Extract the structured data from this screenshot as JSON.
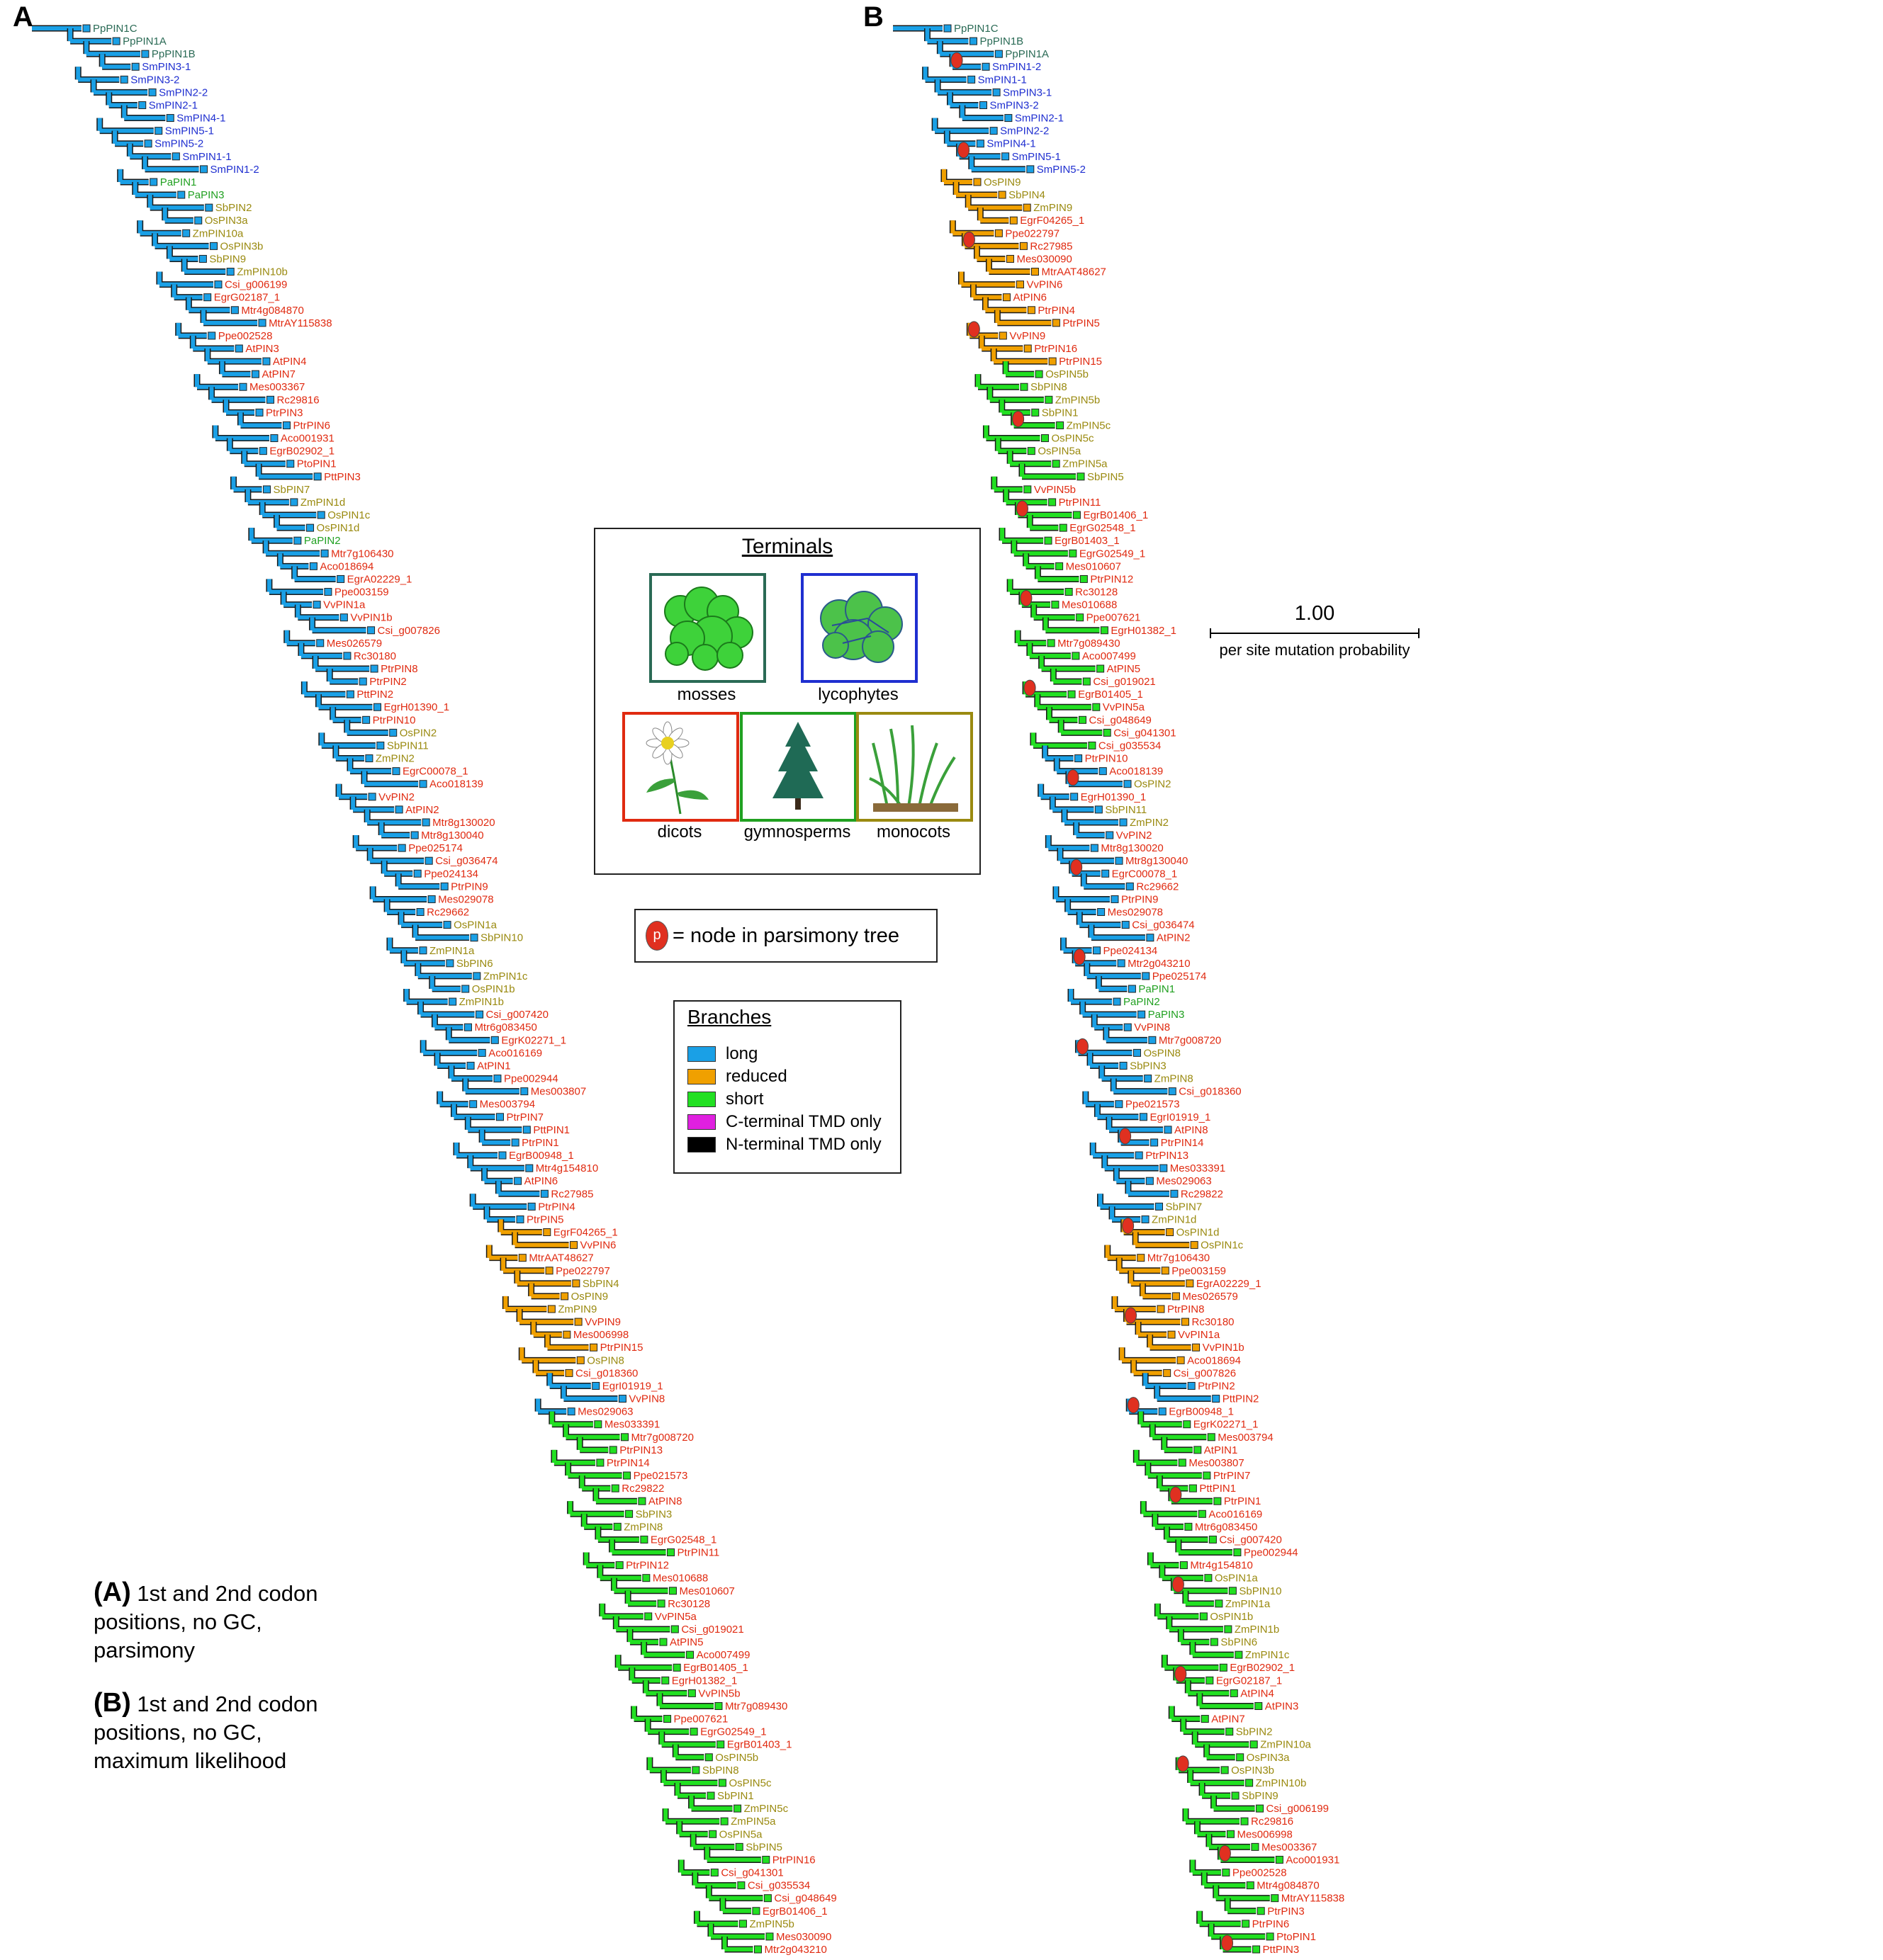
{
  "panels": {
    "a_letter": "A",
    "b_letter": "B"
  },
  "colors": {
    "long": "#1aa0e6",
    "reduced": "#f0a000",
    "short": "#22e022",
    "c_terminal": "#e020e0",
    "n_terminal": "#000000",
    "moss": "#2a6a55",
    "lycophyte": "#1f2fd0",
    "dicot": "#e02a10",
    "gymnosperm": "#20a020",
    "monocot": "#9a8a10",
    "parsimony_node": "#e03020"
  },
  "legend": {
    "terminals_title": "Terminals",
    "mosses": "mosses",
    "lycophytes": "lycophytes",
    "dicots": "dicots",
    "gymnosperms": "gymnosperms",
    "monocots": "monocots",
    "parsimony_symbol": "p",
    "parsimony_label": "= node in parsimony tree",
    "branches_title": "Branches",
    "branch_types": [
      "long",
      "reduced",
      "short",
      "C-terminal TMD only",
      "N-terminal TMD only"
    ]
  },
  "scale": {
    "value": "1.00",
    "label": "per site mutation probability"
  },
  "captions": {
    "a_tag": "(A)",
    "a_line1": "1st and 2nd codon",
    "a_line2": "positions, no GC,",
    "a_line3": "parsimony",
    "b_tag": "(B)",
    "b_line1": "1st and 2nd codon",
    "b_line2": "positions, no GC,",
    "b_line3": "maximum likelihood"
  },
  "tree_a_tips": [
    [
      "PpPIN1C",
      "moss"
    ],
    [
      "PpPIN1A",
      "moss"
    ],
    [
      "PpPIN1B",
      "moss"
    ],
    [
      "SmPIN3-1",
      "lycophyte"
    ],
    [
      "SmPIN3-2",
      "lycophyte"
    ],
    [
      "SmPIN2-2",
      "lycophyte"
    ],
    [
      "SmPIN2-1",
      "lycophyte"
    ],
    [
      "SmPIN4-1",
      "lycophyte"
    ],
    [
      "SmPIN5-1",
      "lycophyte"
    ],
    [
      "SmPIN5-2",
      "lycophyte"
    ],
    [
      "SmPIN1-1",
      "lycophyte"
    ],
    [
      "SmPIN1-2",
      "lycophyte"
    ],
    [
      "PaPIN1",
      "gymnosperm"
    ],
    [
      "PaPIN3",
      "gymnosperm"
    ],
    [
      "SbPIN2",
      "monocot"
    ],
    [
      "OsPIN3a",
      "monocot"
    ],
    [
      "ZmPIN10a",
      "monocot"
    ],
    [
      "OsPIN3b",
      "monocot"
    ],
    [
      "SbPIN9",
      "monocot"
    ],
    [
      "ZmPIN10b",
      "monocot"
    ],
    [
      "Csi_g006199",
      "dicot"
    ],
    [
      "EgrG02187_1",
      "dicot"
    ],
    [
      "Mtr4g084870",
      "dicot"
    ],
    [
      "MtrAY115838",
      "dicot"
    ],
    [
      "Ppe002528",
      "dicot"
    ],
    [
      "AtPIN3",
      "dicot"
    ],
    [
      "AtPIN4",
      "dicot"
    ],
    [
      "AtPIN7",
      "dicot"
    ],
    [
      "Mes003367",
      "dicot"
    ],
    [
      "Rc29816",
      "dicot"
    ],
    [
      "PtrPIN3",
      "dicot"
    ],
    [
      "PtrPIN6",
      "dicot"
    ],
    [
      "Aco001931",
      "dicot"
    ],
    [
      "EgrB02902_1",
      "dicot"
    ],
    [
      "PtoPIN1",
      "dicot"
    ],
    [
      "PttPIN3",
      "dicot"
    ],
    [
      "SbPIN7",
      "monocot"
    ],
    [
      "ZmPIN1d",
      "monocot"
    ],
    [
      "OsPIN1c",
      "monocot"
    ],
    [
      "OsPIN1d",
      "monocot"
    ],
    [
      "PaPIN2",
      "gymnosperm"
    ],
    [
      "Mtr7g106430",
      "dicot"
    ],
    [
      "Aco018694",
      "dicot"
    ],
    [
      "EgrA02229_1",
      "dicot"
    ],
    [
      "Ppe003159",
      "dicot"
    ],
    [
      "VvPIN1a",
      "dicot"
    ],
    [
      "VvPIN1b",
      "dicot"
    ],
    [
      "Csi_g007826",
      "dicot"
    ],
    [
      "Mes026579",
      "dicot"
    ],
    [
      "Rc30180",
      "dicot"
    ],
    [
      "PtrPIN8",
      "dicot"
    ],
    [
      "PtrPIN2",
      "dicot"
    ],
    [
      "PttPIN2",
      "dicot"
    ],
    [
      "EgrH01390_1",
      "dicot"
    ],
    [
      "PtrPIN10",
      "dicot"
    ],
    [
      "OsPIN2",
      "monocot"
    ],
    [
      "SbPIN11",
      "monocot"
    ],
    [
      "ZmPIN2",
      "monocot"
    ],
    [
      "EgrC00078_1",
      "dicot"
    ],
    [
      "Aco018139",
      "dicot"
    ],
    [
      "VvPIN2",
      "dicot"
    ],
    [
      "AtPIN2",
      "dicot"
    ],
    [
      "Mtr8g130020",
      "dicot"
    ],
    [
      "Mtr8g130040",
      "dicot"
    ],
    [
      "Ppe025174",
      "dicot"
    ],
    [
      "Csi_g036474",
      "dicot"
    ],
    [
      "Ppe024134",
      "dicot"
    ],
    [
      "PtrPIN9",
      "dicot"
    ],
    [
      "Mes029078",
      "dicot"
    ],
    [
      "Rc29662",
      "dicot"
    ],
    [
      "OsPIN1a",
      "monocot"
    ],
    [
      "SbPIN10",
      "monocot"
    ],
    [
      "ZmPIN1a",
      "monocot"
    ],
    [
      "SbPIN6",
      "monocot"
    ],
    [
      "ZmPIN1c",
      "monocot"
    ],
    [
      "OsPIN1b",
      "monocot"
    ],
    [
      "ZmPIN1b",
      "monocot"
    ],
    [
      "Csi_g007420",
      "dicot"
    ],
    [
      "Mtr6g083450",
      "dicot"
    ],
    [
      "EgrK02271_1",
      "dicot"
    ],
    [
      "Aco016169",
      "dicot"
    ],
    [
      "AtPIN1",
      "dicot"
    ],
    [
      "Ppe002944",
      "dicot"
    ],
    [
      "Mes003807",
      "dicot"
    ],
    [
      "Mes003794",
      "dicot"
    ],
    [
      "PtrPIN7",
      "dicot"
    ],
    [
      "PttPIN1",
      "dicot"
    ],
    [
      "PtrPIN1",
      "dicot"
    ],
    [
      "EgrB00948_1",
      "dicot"
    ],
    [
      "Mtr4g154810",
      "dicot"
    ],
    [
      "AtPIN6",
      "dicot"
    ],
    [
      "Rc27985",
      "dicot"
    ],
    [
      "PtrPIN4",
      "dicot"
    ],
    [
      "PtrPIN5",
      "dicot"
    ],
    [
      "EgrF04265_1",
      "dicot"
    ],
    [
      "VvPIN6",
      "dicot"
    ],
    [
      "MtrAAT48627",
      "dicot"
    ],
    [
      "Ppe022797",
      "dicot"
    ],
    [
      "SbPIN4",
      "monocot"
    ],
    [
      "OsPIN9",
      "monocot"
    ],
    [
      "ZmPIN9",
      "monocot"
    ],
    [
      "VvPIN9",
      "dicot"
    ],
    [
      "Mes006998",
      "dicot"
    ],
    [
      "PtrPIN15",
      "dicot"
    ],
    [
      "OsPIN8",
      "monocot"
    ],
    [
      "Csi_g018360",
      "dicot"
    ],
    [
      "EgrI01919_1",
      "dicot"
    ],
    [
      "VvPIN8",
      "dicot"
    ],
    [
      "Mes029063",
      "dicot"
    ],
    [
      "Mes033391",
      "dicot"
    ],
    [
      "Mtr7g008720",
      "dicot"
    ],
    [
      "PtrPIN13",
      "dicot"
    ],
    [
      "PtrPIN14",
      "dicot"
    ],
    [
      "Ppe021573",
      "dicot"
    ],
    [
      "Rc29822",
      "dicot"
    ],
    [
      "AtPIN8",
      "dicot"
    ],
    [
      "SbPIN3",
      "monocot"
    ],
    [
      "ZmPIN8",
      "monocot"
    ],
    [
      "EgrG02548_1",
      "dicot"
    ],
    [
      "PtrPIN11",
      "dicot"
    ],
    [
      "PtrPIN12",
      "dicot"
    ],
    [
      "Mes010688",
      "dicot"
    ],
    [
      "Mes010607",
      "dicot"
    ],
    [
      "Rc30128",
      "dicot"
    ],
    [
      "VvPIN5a",
      "dicot"
    ],
    [
      "Csi_g019021",
      "dicot"
    ],
    [
      "AtPIN5",
      "dicot"
    ],
    [
      "Aco007499",
      "dicot"
    ],
    [
      "EgrB01405_1",
      "dicot"
    ],
    [
      "EgrH01382_1",
      "dicot"
    ],
    [
      "VvPIN5b",
      "dicot"
    ],
    [
      "Mtr7g089430",
      "dicot"
    ],
    [
      "Ppe007621",
      "dicot"
    ],
    [
      "EgrG02549_1",
      "dicot"
    ],
    [
      "EgrB01403_1",
      "dicot"
    ],
    [
      "OsPIN5b",
      "monocot"
    ],
    [
      "SbPIN8",
      "monocot"
    ],
    [
      "OsPIN5c",
      "monocot"
    ],
    [
      "SbPIN1",
      "monocot"
    ],
    [
      "ZmPIN5c",
      "monocot"
    ],
    [
      "ZmPIN5a",
      "monocot"
    ],
    [
      "OsPIN5a",
      "monocot"
    ],
    [
      "SbPIN5",
      "monocot"
    ],
    [
      "PtrPIN16",
      "dicot"
    ],
    [
      "Csi_g041301",
      "dicot"
    ],
    [
      "Csi_g035534",
      "dicot"
    ],
    [
      "Csi_g048649",
      "dicot"
    ],
    [
      "EgrB01406_1",
      "dicot"
    ],
    [
      "ZmPIN5b",
      "monocot"
    ],
    [
      "Mes030090",
      "dicot"
    ],
    [
      "Mtr2g043210",
      "dicot"
    ]
  ],
  "tree_b_tips": [
    [
      "PpPIN1C",
      "moss"
    ],
    [
      "PpPIN1B",
      "moss"
    ],
    [
      "PpPIN1A",
      "moss"
    ],
    [
      "SmPIN1-2",
      "lycophyte"
    ],
    [
      "SmPIN1-1",
      "lycophyte"
    ],
    [
      "SmPIN3-1",
      "lycophyte"
    ],
    [
      "SmPIN3-2",
      "lycophyte"
    ],
    [
      "SmPIN2-1",
      "lycophyte"
    ],
    [
      "SmPIN2-2",
      "lycophyte"
    ],
    [
      "SmPIN4-1",
      "lycophyte"
    ],
    [
      "SmPIN5-1",
      "lycophyte"
    ],
    [
      "SmPIN5-2",
      "lycophyte"
    ],
    [
      "OsPIN9",
      "monocot"
    ],
    [
      "SbPIN4",
      "monocot"
    ],
    [
      "ZmPIN9",
      "monocot"
    ],
    [
      "EgrF04265_1",
      "dicot"
    ],
    [
      "Ppe022797",
      "dicot"
    ],
    [
      "Rc27985",
      "dicot"
    ],
    [
      "Mes030090",
      "dicot"
    ],
    [
      "MtrAAT48627",
      "dicot"
    ],
    [
      "VvPIN6",
      "dicot"
    ],
    [
      "AtPIN6",
      "dicot"
    ],
    [
      "PtrPIN4",
      "dicot"
    ],
    [
      "PtrPIN5",
      "dicot"
    ],
    [
      "VvPIN9",
      "dicot"
    ],
    [
      "PtrPIN16",
      "dicot"
    ],
    [
      "PtrPIN15",
      "dicot"
    ],
    [
      "OsPIN5b",
      "monocot"
    ],
    [
      "SbPIN8",
      "monocot"
    ],
    [
      "ZmPIN5b",
      "monocot"
    ],
    [
      "SbPIN1",
      "monocot"
    ],
    [
      "ZmPIN5c",
      "monocot"
    ],
    [
      "OsPIN5c",
      "monocot"
    ],
    [
      "OsPIN5a",
      "monocot"
    ],
    [
      "ZmPIN5a",
      "monocot"
    ],
    [
      "SbPIN5",
      "monocot"
    ],
    [
      "VvPIN5b",
      "dicot"
    ],
    [
      "PtrPIN11",
      "dicot"
    ],
    [
      "EgrB01406_1",
      "dicot"
    ],
    [
      "EgrG02548_1",
      "dicot"
    ],
    [
      "EgrB01403_1",
      "dicot"
    ],
    [
      "EgrG02549_1",
      "dicot"
    ],
    [
      "Mes010607",
      "dicot"
    ],
    [
      "PtrPIN12",
      "dicot"
    ],
    [
      "Rc30128",
      "dicot"
    ],
    [
      "Mes010688",
      "dicot"
    ],
    [
      "Ppe007621",
      "dicot"
    ],
    [
      "EgrH01382_1",
      "dicot"
    ],
    [
      "Mtr7g089430",
      "dicot"
    ],
    [
      "Aco007499",
      "dicot"
    ],
    [
      "AtPIN5",
      "dicot"
    ],
    [
      "Csi_g019021",
      "dicot"
    ],
    [
      "EgrB01405_1",
      "dicot"
    ],
    [
      "VvPIN5a",
      "dicot"
    ],
    [
      "Csi_g048649",
      "dicot"
    ],
    [
      "Csi_g041301",
      "dicot"
    ],
    [
      "Csi_g035534",
      "dicot"
    ],
    [
      "PtrPIN10",
      "dicot"
    ],
    [
      "Aco018139",
      "dicot"
    ],
    [
      "OsPIN2",
      "monocot"
    ],
    [
      "EgrH01390_1",
      "dicot"
    ],
    [
      "SbPIN11",
      "monocot"
    ],
    [
      "ZmPIN2",
      "monocot"
    ],
    [
      "VvPIN2",
      "dicot"
    ],
    [
      "Mtr8g130020",
      "dicot"
    ],
    [
      "Mtr8g130040",
      "dicot"
    ],
    [
      "EgrC00078_1",
      "dicot"
    ],
    [
      "Rc29662",
      "dicot"
    ],
    [
      "PtrPIN9",
      "dicot"
    ],
    [
      "Mes029078",
      "dicot"
    ],
    [
      "Csi_g036474",
      "dicot"
    ],
    [
      "AtPIN2",
      "dicot"
    ],
    [
      "Ppe024134",
      "dicot"
    ],
    [
      "Mtr2g043210",
      "dicot"
    ],
    [
      "Ppe025174",
      "dicot"
    ],
    [
      "PaPIN1",
      "gymnosperm"
    ],
    [
      "PaPIN2",
      "gymnosperm"
    ],
    [
      "PaPIN3",
      "gymnosperm"
    ],
    [
      "VvPIN8",
      "dicot"
    ],
    [
      "Mtr7g008720",
      "dicot"
    ],
    [
      "OsPIN8",
      "monocot"
    ],
    [
      "SbPIN3",
      "monocot"
    ],
    [
      "ZmPIN8",
      "monocot"
    ],
    [
      "Csi_g018360",
      "dicot"
    ],
    [
      "Ppe021573",
      "dicot"
    ],
    [
      "EgrI01919_1",
      "dicot"
    ],
    [
      "AtPIN8",
      "dicot"
    ],
    [
      "PtrPIN14",
      "dicot"
    ],
    [
      "PtrPIN13",
      "dicot"
    ],
    [
      "Mes033391",
      "dicot"
    ],
    [
      "Mes029063",
      "dicot"
    ],
    [
      "Rc29822",
      "dicot"
    ],
    [
      "SbPIN7",
      "monocot"
    ],
    [
      "ZmPIN1d",
      "monocot"
    ],
    [
      "OsPIN1d",
      "monocot"
    ],
    [
      "OsPIN1c",
      "monocot"
    ],
    [
      "Mtr7g106430",
      "dicot"
    ],
    [
      "Ppe003159",
      "dicot"
    ],
    [
      "EgrA02229_1",
      "dicot"
    ],
    [
      "Mes026579",
      "dicot"
    ],
    [
      "PtrPIN8",
      "dicot"
    ],
    [
      "Rc30180",
      "dicot"
    ],
    [
      "VvPIN1a",
      "dicot"
    ],
    [
      "VvPIN1b",
      "dicot"
    ],
    [
      "Aco018694",
      "dicot"
    ],
    [
      "Csi_g007826",
      "dicot"
    ],
    [
      "PtrPIN2",
      "dicot"
    ],
    [
      "PttPIN2",
      "dicot"
    ],
    [
      "EgrB00948_1",
      "dicot"
    ],
    [
      "EgrK02271_1",
      "dicot"
    ],
    [
      "Mes003794",
      "dicot"
    ],
    [
      "AtPIN1",
      "dicot"
    ],
    [
      "Mes003807",
      "dicot"
    ],
    [
      "PtrPIN7",
      "dicot"
    ],
    [
      "PttPIN1",
      "dicot"
    ],
    [
      "PtrPIN1",
      "dicot"
    ],
    [
      "Aco016169",
      "dicot"
    ],
    [
      "Mtr6g083450",
      "dicot"
    ],
    [
      "Csi_g007420",
      "dicot"
    ],
    [
      "Ppe002944",
      "dicot"
    ],
    [
      "Mtr4g154810",
      "dicot"
    ],
    [
      "OsPIN1a",
      "monocot"
    ],
    [
      "SbPIN10",
      "monocot"
    ],
    [
      "ZmPIN1a",
      "monocot"
    ],
    [
      "OsPIN1b",
      "monocot"
    ],
    [
      "ZmPIN1b",
      "monocot"
    ],
    [
      "SbPIN6",
      "monocot"
    ],
    [
      "ZmPIN1c",
      "monocot"
    ],
    [
      "EgrB02902_1",
      "dicot"
    ],
    [
      "EgrG02187_1",
      "dicot"
    ],
    [
      "AtPIN4",
      "dicot"
    ],
    [
      "AtPIN3",
      "dicot"
    ],
    [
      "AtPIN7",
      "dicot"
    ],
    [
      "SbPIN2",
      "monocot"
    ],
    [
      "ZmPIN10a",
      "monocot"
    ],
    [
      "OsPIN3a",
      "monocot"
    ],
    [
      "OsPIN3b",
      "monocot"
    ],
    [
      "ZmPIN10b",
      "monocot"
    ],
    [
      "SbPIN9",
      "monocot"
    ],
    [
      "Csi_g006199",
      "dicot"
    ],
    [
      "Rc29816",
      "dicot"
    ],
    [
      "Mes006998",
      "dicot"
    ],
    [
      "Mes003367",
      "dicot"
    ],
    [
      "Aco001931",
      "dicot"
    ],
    [
      "Ppe002528",
      "dicot"
    ],
    [
      "Mtr4g084870",
      "dicot"
    ],
    [
      "MtrAY115838",
      "dicot"
    ],
    [
      "PtrPIN3",
      "dicot"
    ],
    [
      "PtrPIN6",
      "dicot"
    ],
    [
      "PtoPIN1",
      "dicot"
    ],
    [
      "PttPIN3",
      "dicot"
    ]
  ]
}
